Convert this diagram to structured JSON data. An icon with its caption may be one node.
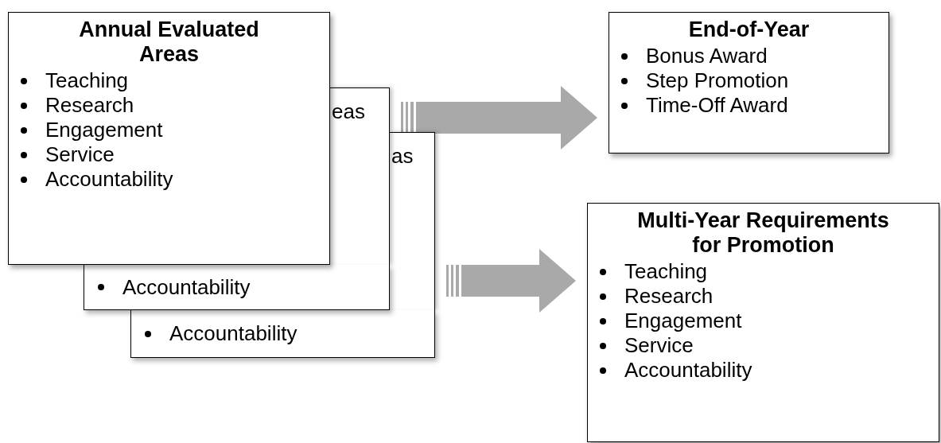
{
  "diagram": {
    "nodes": [
      {
        "text": [
          "Annual Evaluated Areas",
          "Teaching",
          "Research",
          "Engagement",
          "Service",
          "Accountability"
        ]
      },
      {
        "text": [
          "eas"
        ]
      },
      {
        "text": [
          "Accountability"
        ]
      },
      {
        "text": [
          "as"
        ]
      },
      {
        "text": [
          "Accountability"
        ]
      },
      {
        "text": [
          "End-of-Year",
          "Bonus Award",
          "Step Promotion",
          "Time-Off Award"
        ]
      },
      {
        "text": [
          "Multi-Year Requirements for Promotion",
          "Teaching",
          "Research",
          "Engagement",
          "Service",
          "Accountability"
        ]
      }
    ],
    "edges": [
      {
        "from": 1,
        "to": 5,
        "arrow": "to",
        "style": "thick"
      },
      {
        "from": 3,
        "to": 6,
        "arrow": "to",
        "style": "thick"
      }
    ]
  }
}
